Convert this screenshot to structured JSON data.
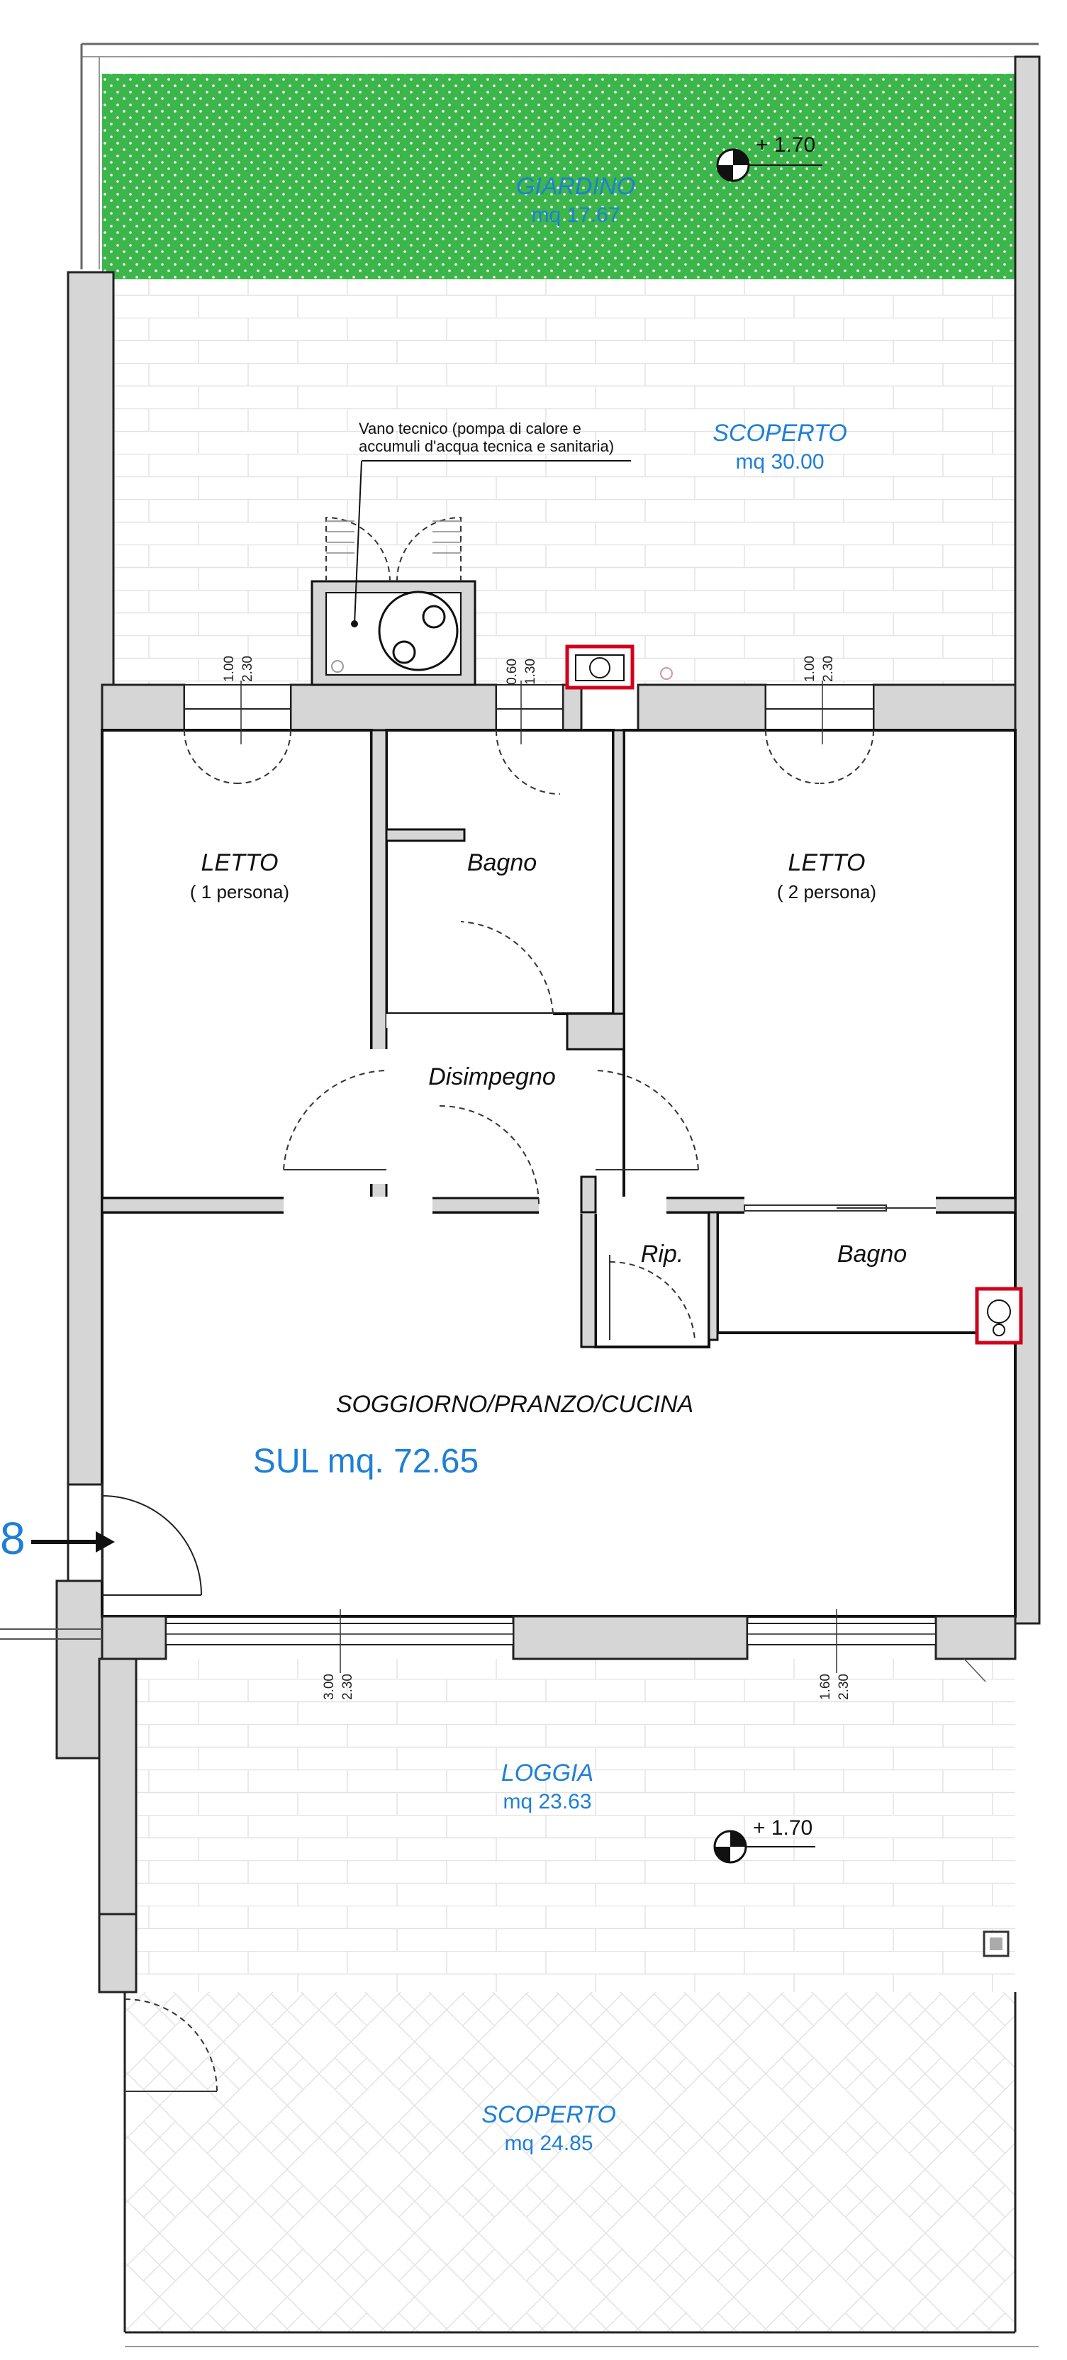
{
  "labels": {
    "giardino": {
      "name": "GIARDINO",
      "area": "mq 17.67"
    },
    "scoperto_top": {
      "name": "SCOPERTO",
      "area": "mq 30.00"
    },
    "vano": {
      "line1": "Vano tecnico (pompa di calore e",
      "line2": "accumuli d'acqua tecnica e sanitaria)"
    },
    "letto1": {
      "name": "LETTO",
      "sub": "( 1 persona)"
    },
    "bagno1": {
      "name": "Bagno"
    },
    "letto2": {
      "name": "LETTO",
      "sub": "( 2 persona)"
    },
    "disimpegno": {
      "name": "Disimpegno"
    },
    "rip": {
      "name": "Rip."
    },
    "bagno2": {
      "name": "Bagno"
    },
    "soggiorno": {
      "name": "SOGGIORNO/PRANZO/CUCINA",
      "sul": "SUL mq. 72.65"
    },
    "loggia": {
      "name": "LOGGIA",
      "area": "mq 23.63"
    },
    "scoperto_bottom": {
      "name": "SCOPERTO",
      "area": "mq 24.85"
    }
  },
  "elevations": {
    "top": "+ 1.70",
    "loggia": "+ 1.70"
  },
  "dimensions": {
    "w1": {
      "a": "1.00",
      "b": "2.30"
    },
    "w2": {
      "a": "0.60",
      "b": "1.30"
    },
    "w3": {
      "a": "1.00",
      "b": "2.30"
    },
    "w4": {
      "a": "3.00",
      "b": "2.30"
    },
    "w5": {
      "a": "1.60",
      "b": "2.30"
    }
  },
  "entry": {
    "number": "8"
  },
  "colors": {
    "garden": "#3cb54a",
    "wall": "#d6d6d6",
    "label": "#1f7fd6",
    "accent": "#d0021b"
  }
}
